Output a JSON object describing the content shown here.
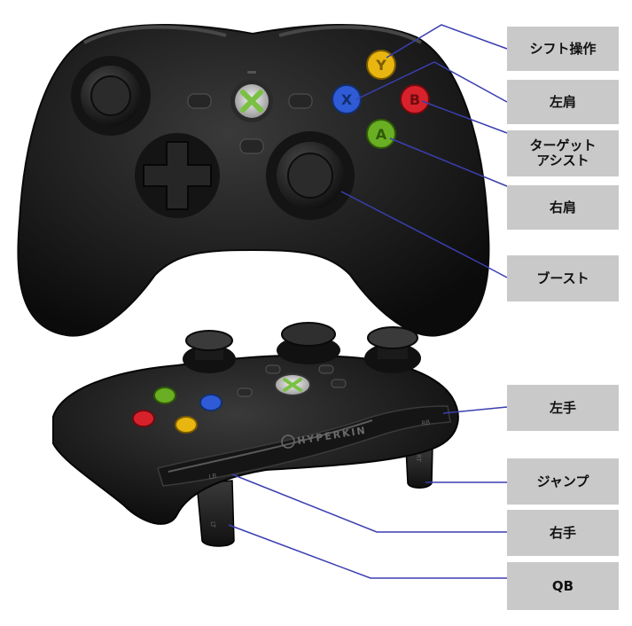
{
  "labels": {
    "shift": "シフト操作",
    "left_shoulder_top": "左肩",
    "target_assist": "ターゲット\nアシスト",
    "right_shoulder": "右肩",
    "boost": "ブースト",
    "left_hand": "左手",
    "jump": "ジャンプ",
    "right_hand": "右手",
    "qb": "QB"
  },
  "buttons": {
    "y": "Y",
    "x": "X",
    "b": "B",
    "a": "A"
  },
  "brand": {
    "hyperkin": "HYPERKIN"
  },
  "triggers": {
    "lb": "LB",
    "lt": "LT",
    "rb": "RB",
    "rt": "RT"
  },
  "colors": {
    "line": "#3a3fb0",
    "label_bg": "#c9c9c9",
    "controller_body": "#1c1c1c",
    "button_y": "#e8b511",
    "button_x": "#2f5bd6",
    "button_b": "#d8222b",
    "button_a": "#6aae23",
    "xbox_green": "#7ac143"
  }
}
